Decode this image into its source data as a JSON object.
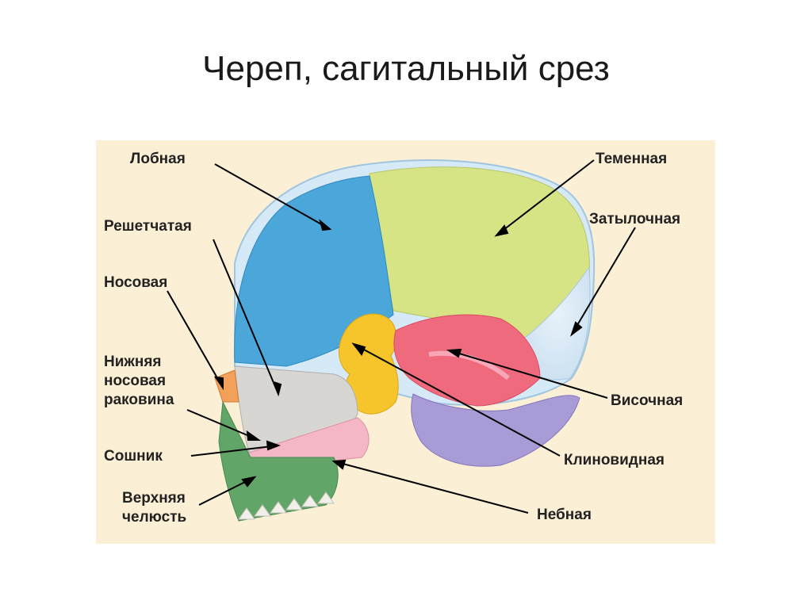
{
  "title": "Череп, сагитальный срез",
  "labels": {
    "frontal": "Лобная",
    "ethmoid": "Решетчатая",
    "nasal": "Носовая",
    "inferior_concha": "Нижняя\nносовая\nраковина",
    "vomer": "Сошник",
    "maxilla": "Верхняя\nчелюсть",
    "parietal": "Теменная",
    "occipital": "Затылочная",
    "temporal": "Височная",
    "sphenoid": "Клиновидная",
    "palatine": "Небная"
  },
  "colors": {
    "frontal": "#4aa8dc",
    "parietal": "#d8e687",
    "occipital": "#e6edf6",
    "temporal": "#f06a7e",
    "sphenoid": "#f7c62a",
    "nasal_cavity": "#d8d6d2",
    "vomer": "#f3b6c4",
    "maxilla": "#63a56a",
    "posterior_fossa": "#a79ad6",
    "background": "#fbefd5"
  }
}
